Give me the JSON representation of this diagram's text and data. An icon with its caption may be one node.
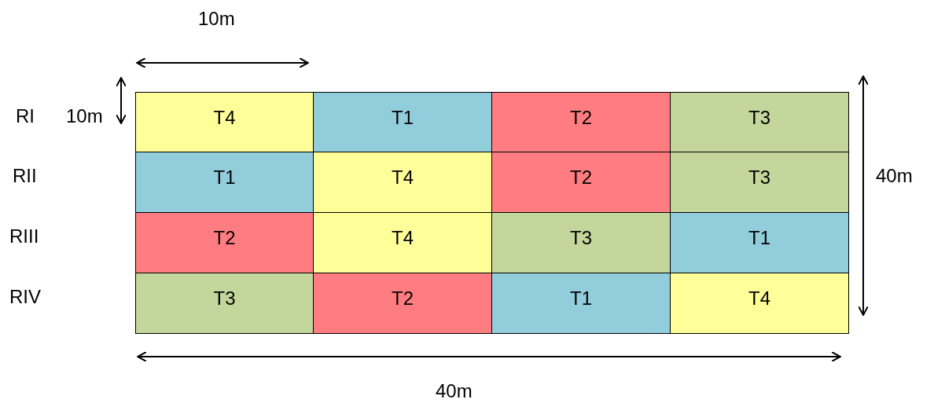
{
  "diagram": {
    "nodes": [
      {
        "text": [
          "T4"
        ]
      },
      {
        "text": [
          "T1"
        ]
      },
      {
        "text": [
          "T2"
        ]
      },
      {
        "text": [
          "T3"
        ]
      },
      {
        "text": [
          "T1"
        ]
      },
      {
        "text": [
          "T4"
        ]
      },
      {
        "text": [
          "T2"
        ]
      },
      {
        "text": [
          "T3"
        ]
      },
      {
        "text": [
          "T2"
        ]
      },
      {
        "text": [
          "T4"
        ]
      },
      {
        "text": [
          "T3"
        ]
      },
      {
        "text": [
          "T1"
        ]
      },
      {
        "text": [
          "T3"
        ]
      },
      {
        "text": [
          "T2"
        ]
      },
      {
        "text": [
          "T1"
        ]
      },
      {
        "text": [
          "T4"
        ]
      }
    ],
    "labels": [
      "10m",
      "RI",
      "10m",
      "RII",
      "40m",
      "RIII",
      "RIV",
      "40m"
    ]
  }
}
